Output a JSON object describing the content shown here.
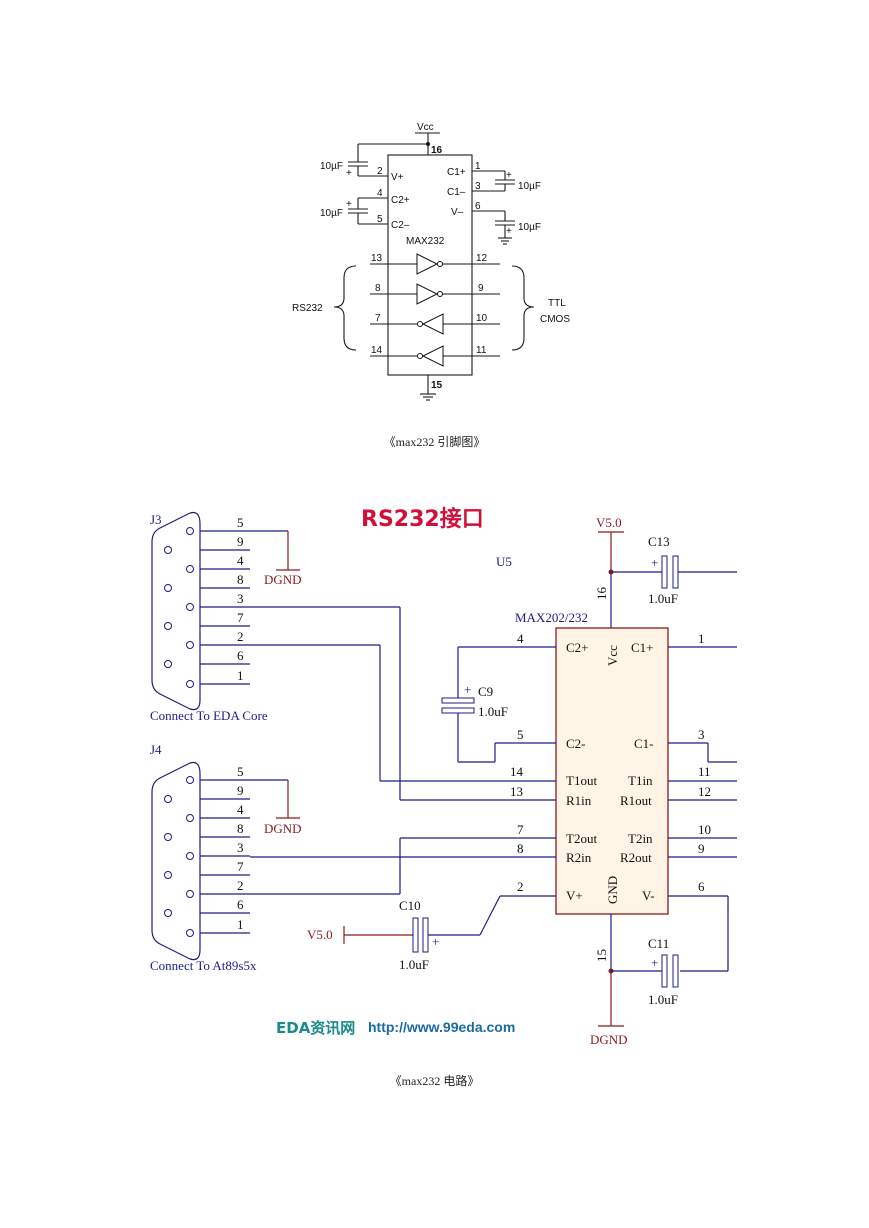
{
  "pinout": {
    "vcc": "Vcc",
    "chip": "MAX232",
    "cap_values": [
      "10µF",
      "10µF",
      "10µF",
      "10µF"
    ],
    "pins_left": [
      "2",
      "4",
      "5",
      "13",
      "8",
      "7",
      "14"
    ],
    "pins_right": [
      "1",
      "3",
      "6",
      "12",
      "9",
      "10",
      "11"
    ],
    "pin_top": "16",
    "pin_bottom": "15",
    "inner_labels": [
      "V+",
      "C2+",
      "C2–",
      "C1+",
      "C1–",
      "V–"
    ],
    "brace_left": "RS232",
    "brace_right_1": "TTL",
    "brace_right_2": "CMOS"
  },
  "caption1": "《max232 引脚图》",
  "circuit": {
    "title": "RS232接口",
    "u5": "U5",
    "chip": "MAX202/232",
    "v50_top": "V5.0",
    "v50_left": "V5.0",
    "c13": "C13",
    "c13_val": "1.0uF",
    "c9": "C9",
    "c9_val": "1.0uF",
    "c10": "C10",
    "c10_val": "1.0uF",
    "c11": "C11",
    "c11_val": "1.0uF",
    "dgnd": "DGND",
    "j3": "J3",
    "j4": "J4",
    "j3_caption": "Connect To EDA Core",
    "j4_caption": "Connect To At89s5x",
    "connector_pins": [
      "5",
      "9",
      "4",
      "8",
      "3",
      "7",
      "2",
      "6",
      "1"
    ],
    "pin_16": "16",
    "pin_15": "15",
    "chip_vcc": "Vcc",
    "chip_gnd": "GND",
    "left_pins": [
      "4",
      "5",
      "14",
      "13",
      "7",
      "8",
      "2"
    ],
    "right_pins": [
      "1",
      "3",
      "11",
      "12",
      "10",
      "9",
      "6"
    ],
    "chip_left": [
      "C2+",
      "C2-",
      "T1out",
      "R1in",
      "T2out",
      "R2in",
      "V+"
    ],
    "chip_right": [
      "C1+",
      "C1-",
      "T1in",
      "R1out",
      "T2in",
      "R2out",
      "V-"
    ],
    "watermark_cn": "EDA资讯网",
    "watermark_url": "http://www.99eda.com",
    "plus": "+"
  },
  "caption2": "《max232 电路》"
}
